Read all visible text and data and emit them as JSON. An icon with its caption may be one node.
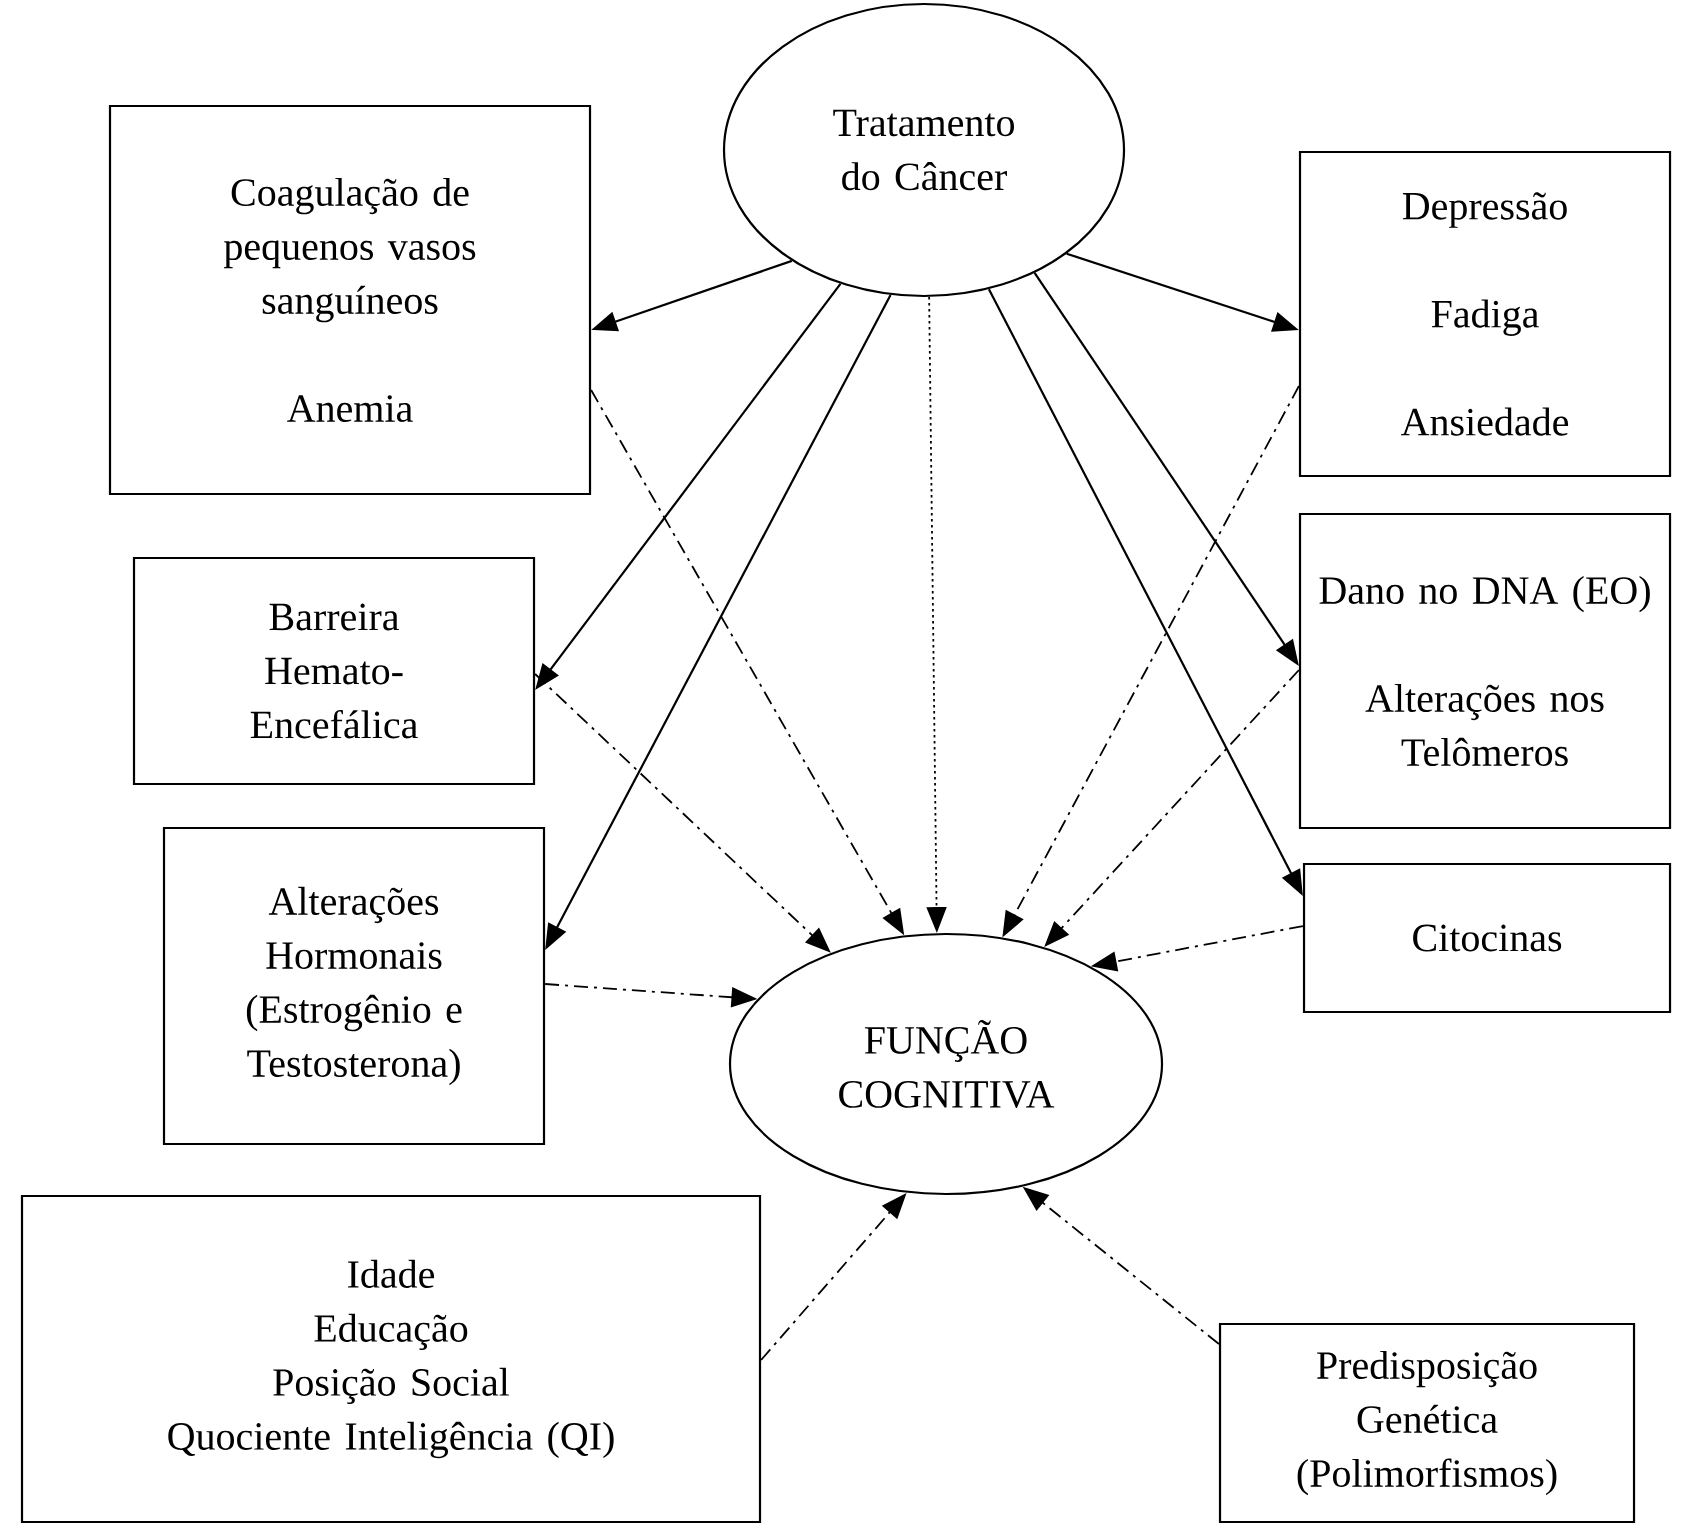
{
  "diagram": {
    "nodes": [
      {
        "text": [
          "Tratamento do Câncer"
        ]
      },
      {
        "text": [
          "Coagulação de pequenos vasos sanguíneos",
          "Anemia"
        ]
      },
      {
        "text": [
          "Depressão",
          "Fadiga",
          "Ansiedade"
        ]
      },
      {
        "text": [
          "Barreira Hemato-Encefálica"
        ]
      },
      {
        "text": [
          "Dano no DNA (EO)",
          "Alterações nos Telômeros"
        ]
      },
      {
        "text": [
          "Alterações Hormonais (Estrogênio e Testosterona)"
        ]
      },
      {
        "text": [
          "Citocinas"
        ]
      },
      {
        "text": [
          "FUNÇÃO COGNITIVA"
        ]
      },
      {
        "text": [
          "Idade",
          "Educação",
          "Posição Social",
          "Quociente Inteligência (QI)"
        ]
      },
      {
        "text": [
          "Predisposição Genética (Polimorfismos)"
        ]
      }
    ],
    "edges": [
      {
        "from": 0,
        "to": 1,
        "arrow": "to"
      },
      {
        "from": 0,
        "to": 2,
        "arrow": "to"
      },
      {
        "from": 0,
        "to": 3,
        "arrow": "to"
      },
      {
        "from": 0,
        "to": 4,
        "arrow": "to"
      },
      {
        "from": 0,
        "to": 5,
        "arrow": "to"
      },
      {
        "from": 0,
        "to": 6,
        "arrow": "to"
      },
      {
        "from": 0,
        "to": 7,
        "arrow": "to",
        "style": "dashed"
      },
      {
        "from": 1,
        "to": 7,
        "arrow": "to",
        "style": "dashed"
      },
      {
        "from": 2,
        "to": 7,
        "arrow": "to",
        "style": "dashed"
      },
      {
        "from": 3,
        "to": 7,
        "arrow": "to",
        "style": "dashed"
      },
      {
        "from": 4,
        "to": 7,
        "arrow": "to",
        "style": "dashed"
      },
      {
        "from": 5,
        "to": 7,
        "arrow": "to",
        "style": "dashed"
      },
      {
        "from": 6,
        "to": 7,
        "arrow": "to",
        "style": "dashed"
      },
      {
        "from": 8,
        "to": 7,
        "arrow": "to",
        "style": "dashed"
      },
      {
        "from": 9,
        "to": 7,
        "arrow": "to",
        "style": "dashed"
      }
    ]
  }
}
